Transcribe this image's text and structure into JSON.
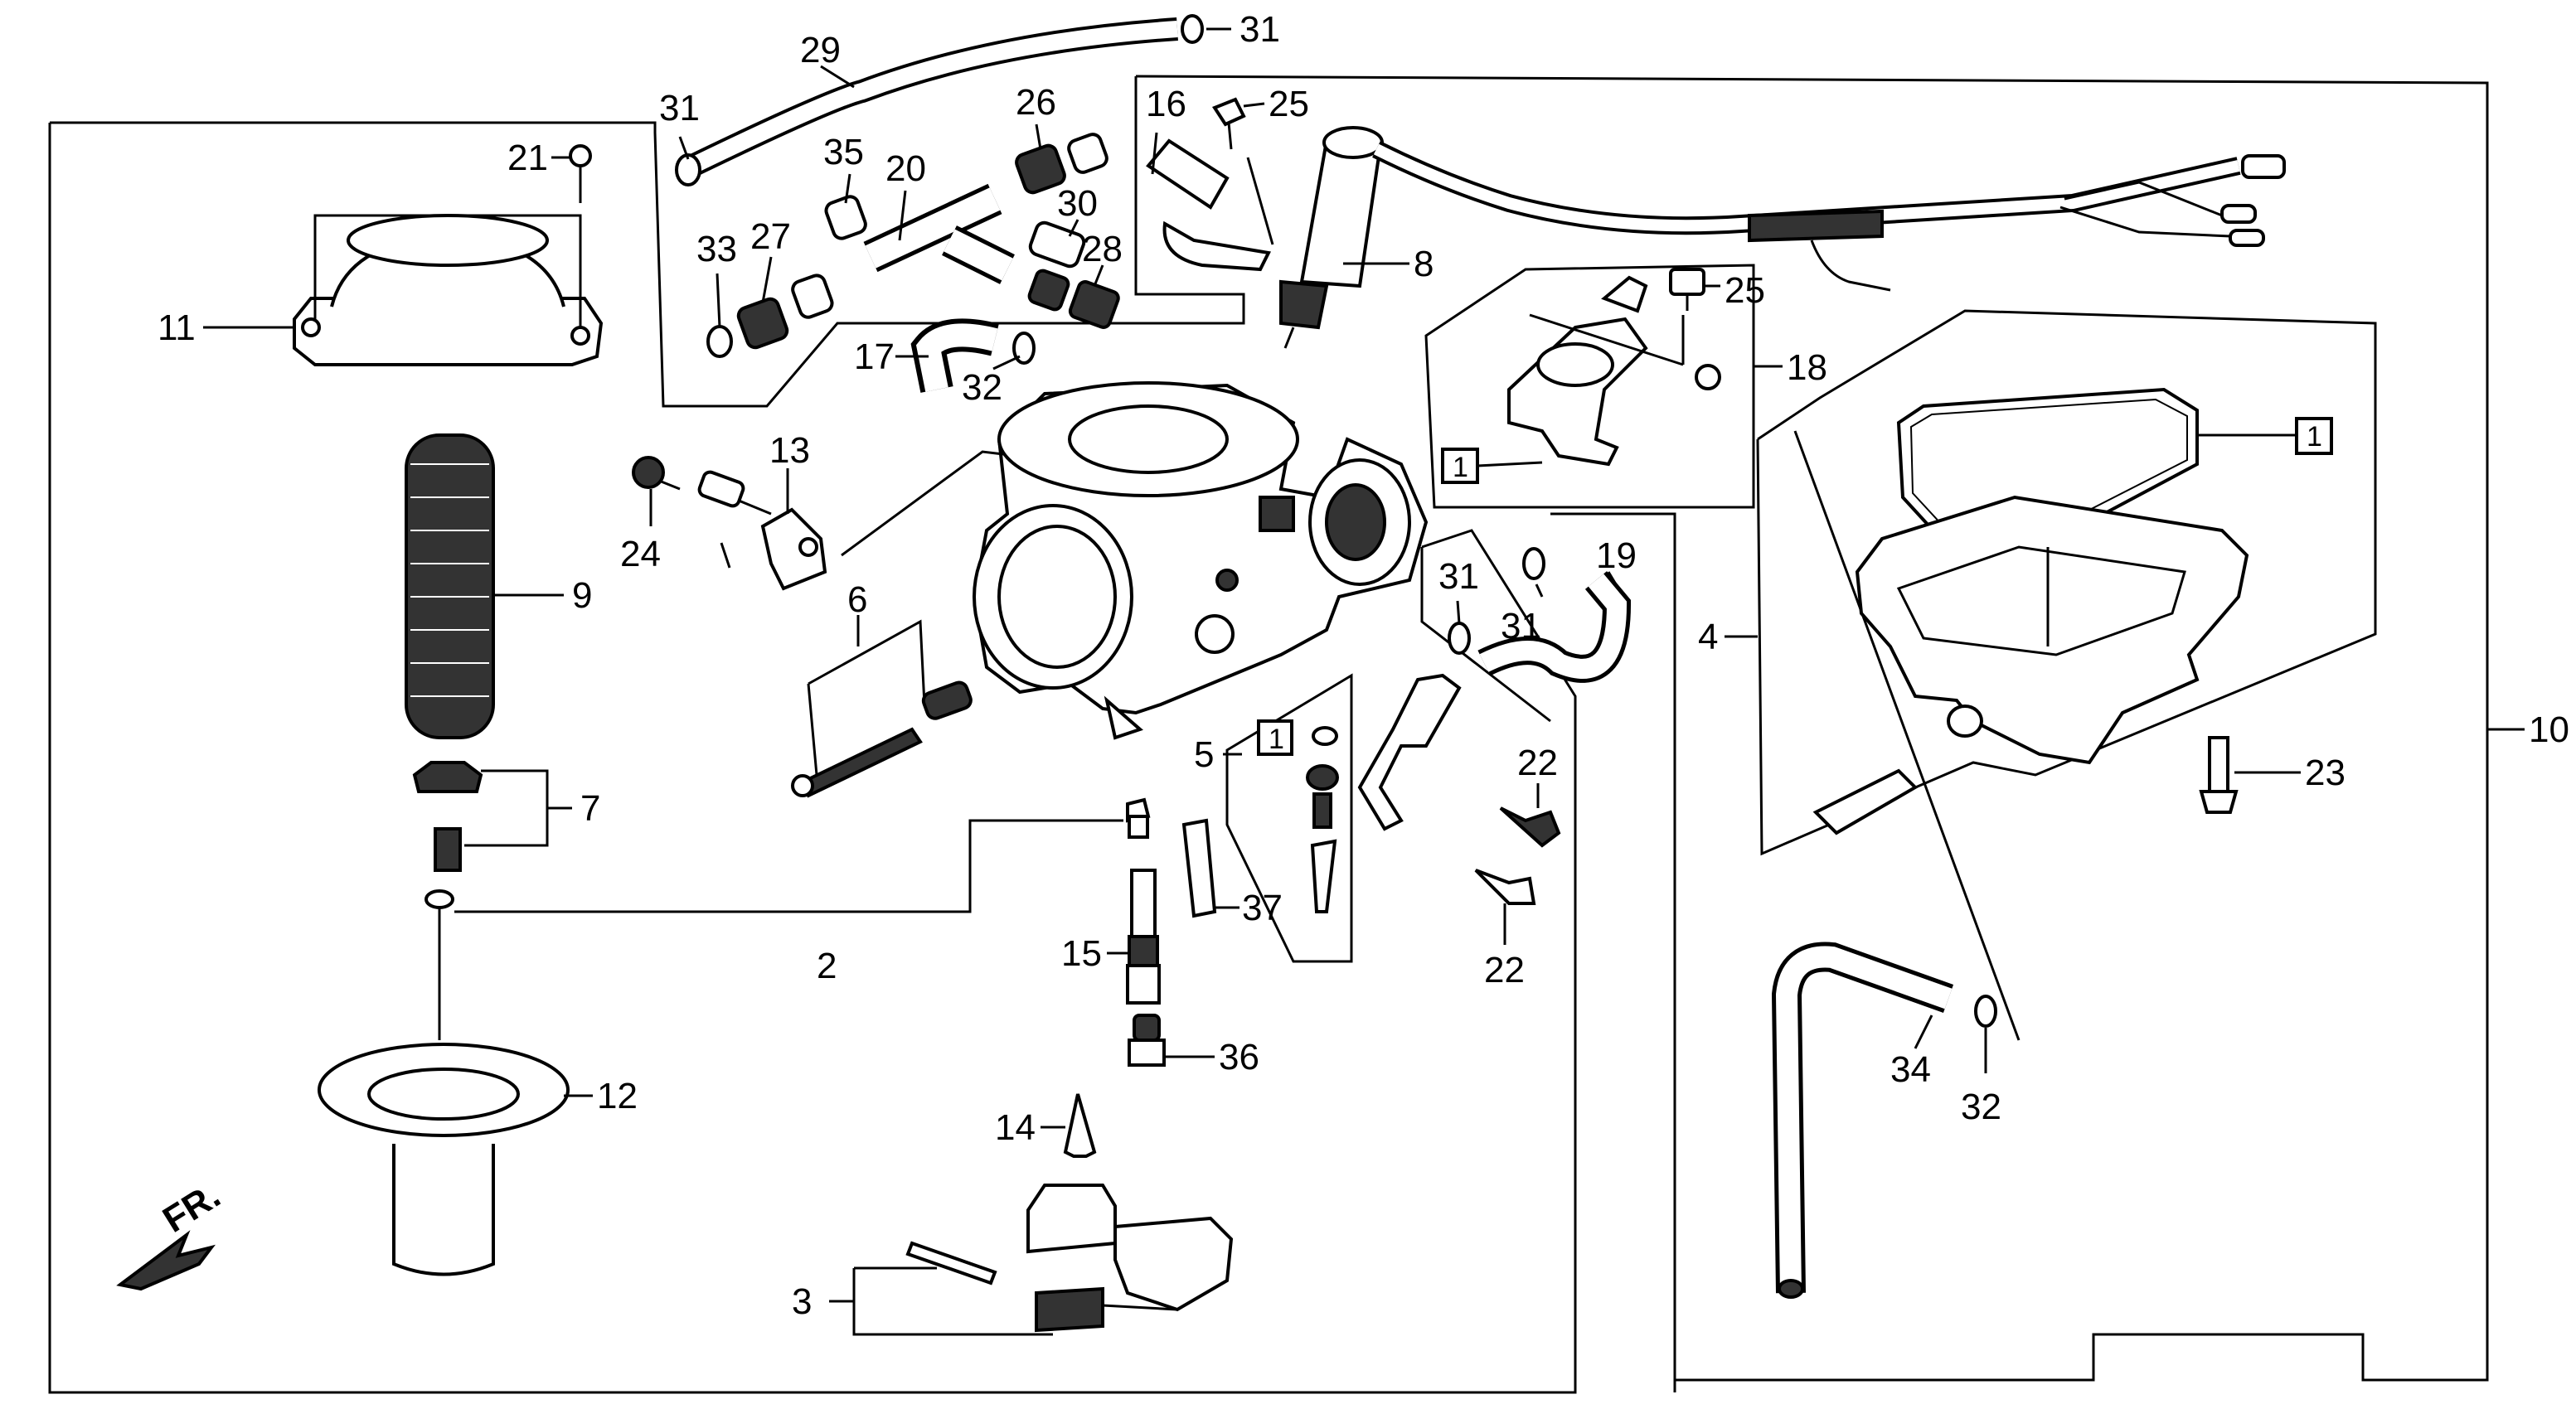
{
  "labels": {
    "l2": "2",
    "l3": "3",
    "l4": "4",
    "l5": "5",
    "l6": "6",
    "l7": "7",
    "l8": "8",
    "l9": "9",
    "l10": "10",
    "l11": "11",
    "l12": "12",
    "l13": "13",
    "l14": "14",
    "l15": "15",
    "l16": "16",
    "l17": "17",
    "l18": "18",
    "l19": "19",
    "l20": "20",
    "l21": "21",
    "l22a": "22",
    "l22b": "22",
    "l23": "23",
    "l24": "24",
    "l25a": "25",
    "l25b": "25",
    "l26": "26",
    "l27": "27",
    "l28": "28",
    "l29": "29",
    "l30": "30",
    "l31a": "31",
    "l31b": "31",
    "l31c": "31",
    "l31d": "31",
    "l32a": "32",
    "l32b": "32",
    "l33": "33",
    "l34": "34",
    "l35": "35",
    "l36": "36",
    "l37": "37"
  },
  "refs": {
    "r1a": "1",
    "r1b": "1",
    "r1c": "1"
  },
  "direction_label": "FR."
}
